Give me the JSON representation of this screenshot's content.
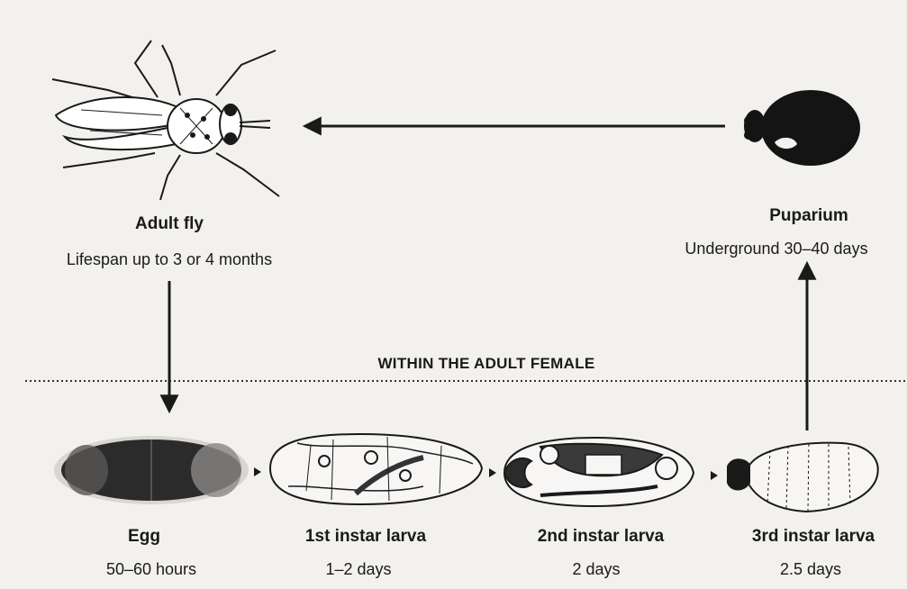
{
  "stages": {
    "adult": {
      "name": "Adult fly",
      "duration": "Lifespan up to 3 or 4 months",
      "icon": "adult-tsetse-fly-icon"
    },
    "puparium": {
      "name": "Puparium",
      "duration": "Underground 30–40 days",
      "icon": "puparium-icon"
    },
    "egg": {
      "name": "Egg",
      "duration": "50–60 hours",
      "icon": "egg-icon"
    },
    "larva1": {
      "name": "1st instar larva",
      "duration": "1–2 days",
      "icon": "first-instar-larva-icon"
    },
    "larva2": {
      "name": "2nd instar larva",
      "duration": "2 days",
      "icon": "second-instar-larva-icon"
    },
    "larva3": {
      "name": "3rd instar larva",
      "duration": "2.5 days",
      "icon": "third-instar-larva-icon"
    }
  },
  "divider": {
    "label": "WITHIN THE ADULT FEMALE"
  },
  "colors": {
    "background": "#f3f1ee",
    "ink": "#1a1a1a"
  }
}
